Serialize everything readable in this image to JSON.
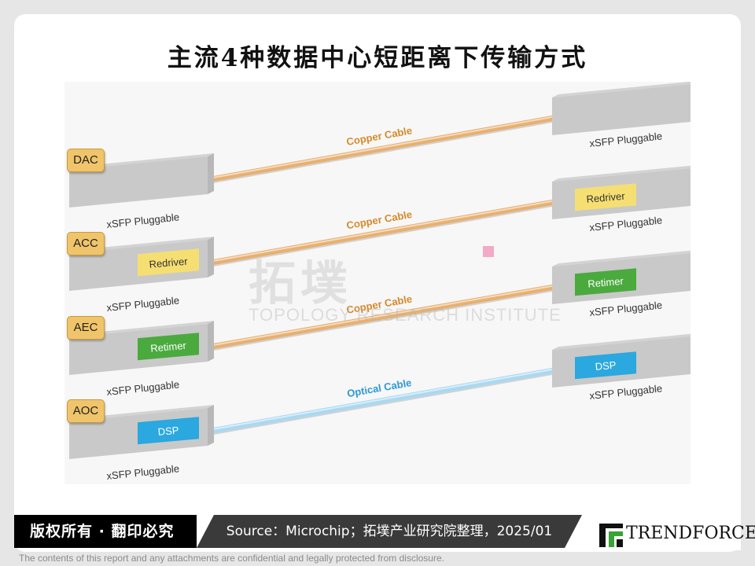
{
  "title": "主流4种数据中心短距离下传输方式",
  "watermark": {
    "main": "拓墣",
    "sub": "TOPOLOGY RESEARCH INSTITUTE"
  },
  "rows": [
    {
      "tag": "DAC",
      "cable": "Copper Cable",
      "cable_type": "copper",
      "left_chip": "",
      "right_chip": "",
      "chip_color": "",
      "left_label": "xSFP Pluggable",
      "right_label": "xSFP Pluggable"
    },
    {
      "tag": "ACC",
      "cable": "Copper Cable",
      "cable_type": "copper",
      "left_chip": "Redriver",
      "right_chip": "Redriver",
      "chip_color": "#f6df72",
      "left_label": "xSFP Pluggable",
      "right_label": "xSFP Pluggable"
    },
    {
      "tag": "AEC",
      "cable": "Copper Cable",
      "cable_type": "copper",
      "left_chip": "Retimer",
      "right_chip": "Retimer",
      "chip_color": "#4aaa3e",
      "left_label": "xSFP Pluggable",
      "right_label": "xSFP Pluggable"
    },
    {
      "tag": "AOC",
      "cable": "Optical Cable",
      "cable_type": "optical",
      "left_chip": "DSP",
      "right_chip": "DSP",
      "chip_color": "#2aa8df",
      "left_label": "xSFP Pluggable",
      "right_label": "xSFP Pluggable"
    }
  ],
  "colors": {
    "copper": "#e8b070",
    "copper_text": "#d58a2a",
    "optical": "#a9d9f2",
    "optical_text": "#2a9ad6"
  },
  "footer_banner": {
    "rights": "版权所有 · 翻印必究",
    "source": "Source：Microchip；拓墣产业研究院整理，2025/01"
  },
  "logo": "TRENDFORCE",
  "disclaimer": "The contents of this report and any attachments are confidential and legally protected from disclosure."
}
